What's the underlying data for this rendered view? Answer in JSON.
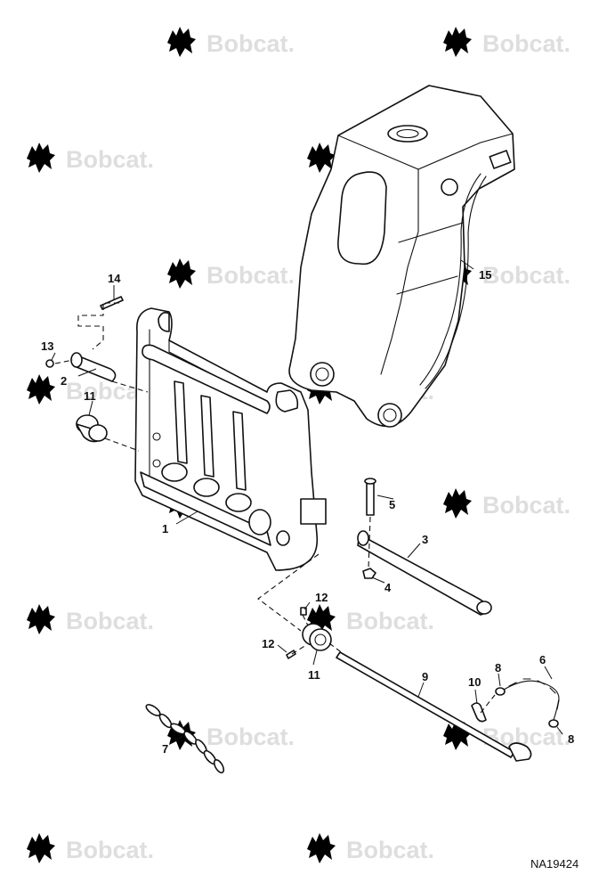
{
  "watermark": {
    "text": "Bobcat.",
    "icon": "bobcat-logo-icon"
  },
  "figure_ref": "NA19424",
  "callouts": {
    "c1": "1",
    "c2": "2",
    "c3": "3",
    "c4": "4",
    "c5": "5",
    "c6": "6",
    "c7": "7",
    "c8a": "8",
    "c8b": "8",
    "c9": "9",
    "c10": "10",
    "c11a": "11",
    "c11b": "11",
    "c12a": "12",
    "c12b": "12",
    "c13": "13",
    "c14": "14",
    "c15": "15"
  }
}
